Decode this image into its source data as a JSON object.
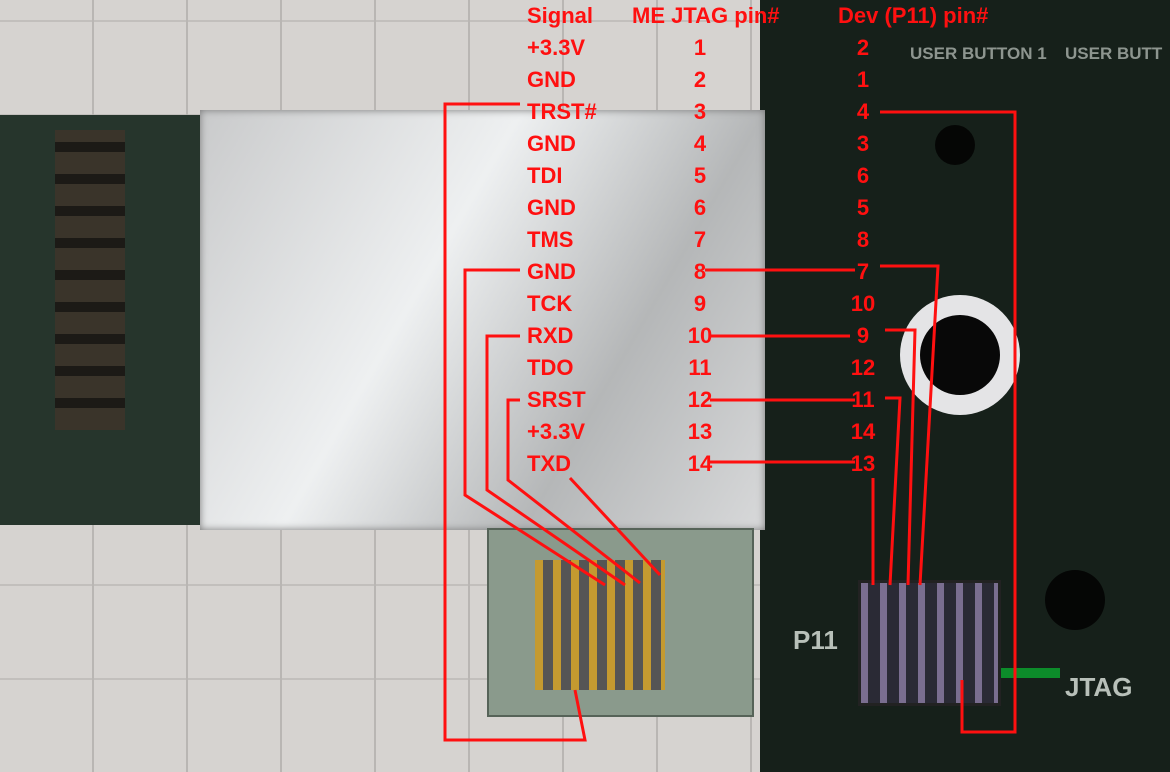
{
  "table": {
    "headers": {
      "signal": "Signal",
      "me_pin": "ME JTAG pin#",
      "dev_pin": "Dev (P11) pin#"
    },
    "rows": [
      {
        "signal": "+3.3V",
        "me": "1",
        "dev": "2"
      },
      {
        "signal": "GND",
        "me": "2",
        "dev": "1"
      },
      {
        "signal": "TRST#",
        "me": "3",
        "dev": "4"
      },
      {
        "signal": "GND",
        "me": "4",
        "dev": "3"
      },
      {
        "signal": "TDI",
        "me": "5",
        "dev": "6"
      },
      {
        "signal": "GND",
        "me": "6",
        "dev": "5"
      },
      {
        "signal": "TMS",
        "me": "7",
        "dev": "8"
      },
      {
        "signal": "GND",
        "me": "8",
        "dev": "7"
      },
      {
        "signal": "TCK",
        "me": "9",
        "dev": "10"
      },
      {
        "signal": "RXD",
        "me": "10",
        "dev": "9"
      },
      {
        "signal": "TDO",
        "me": "11",
        "dev": "12"
      },
      {
        "signal": "SRST",
        "me": "12",
        "dev": "11"
      },
      {
        "signal": "+3.3V",
        "me": "13",
        "dev": "14"
      },
      {
        "signal": "TXD",
        "me": "14",
        "dev": "13"
      }
    ]
  },
  "board_labels": {
    "user_button_1": "USER BUTTON 1",
    "user_button_2": "USER BUTT",
    "p11": "P11",
    "jtag": "JTAG"
  },
  "colors": {
    "annotation": "#ff1010"
  }
}
